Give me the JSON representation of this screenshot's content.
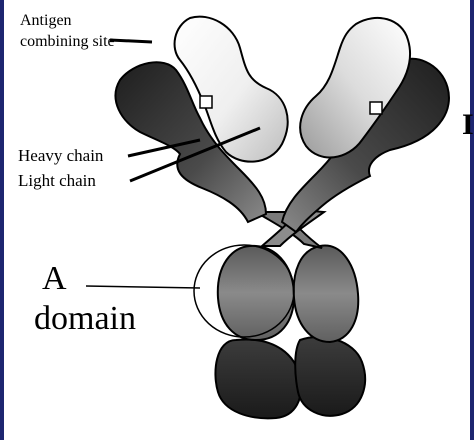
{
  "labels": {
    "antigen_site": "Antigen combining site",
    "heavy_chain": "Heavy chain",
    "light_chain": "Light chain",
    "a": "A",
    "domain": "domain",
    "cut_off": "I"
  },
  "colors": {
    "frame": "#1d2670",
    "heavy_dark": "#2e2e2e",
    "heavy_mid": "#6e6e6e",
    "light_chain_fill": "#e6e6e6",
    "outline": "#000000"
  }
}
